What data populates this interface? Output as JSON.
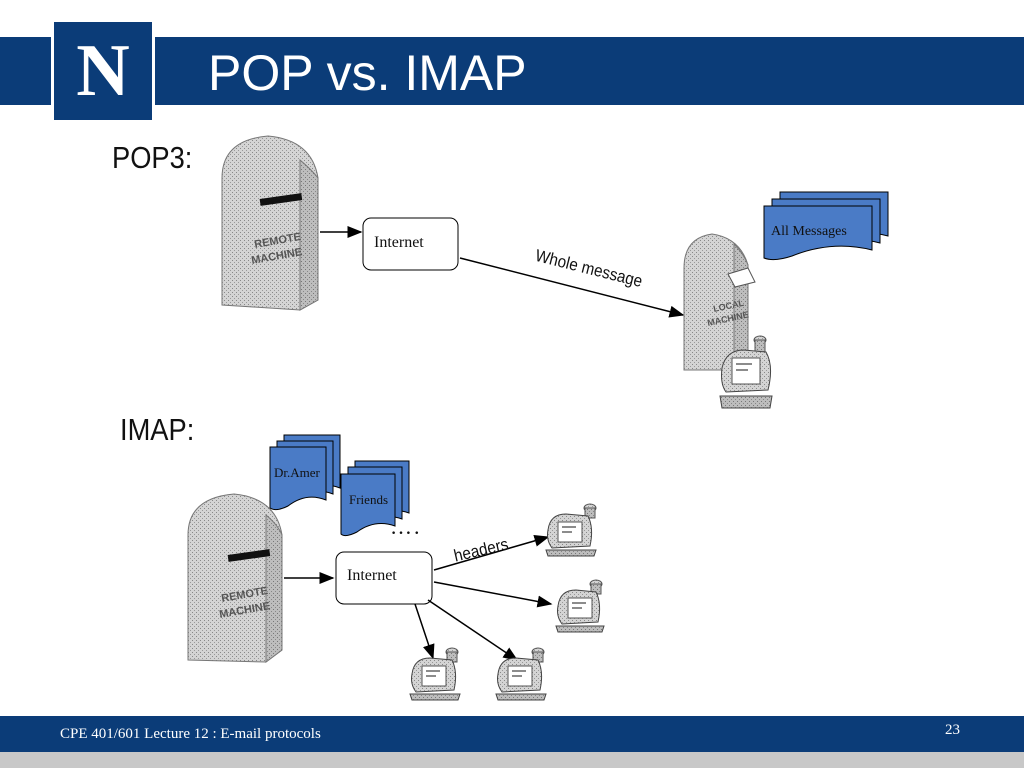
{
  "slide": {
    "title": "POP vs. IMAP",
    "logo_letter": "N",
    "footer": "CPE 401/601 Lecture 12 : E-mail protocols",
    "page_number": "23"
  },
  "pop3": {
    "label": "POP3:",
    "remote_mailbox_text": "REMOTE MACHINE",
    "internet_label": "Internet",
    "arrow_label": "Whole message",
    "local_mailbox_text": "LOCAL MACHINE",
    "messages_label": "All Messages"
  },
  "imap": {
    "label": "IMAP:",
    "folders": [
      "Dr.Amer",
      "Friends"
    ],
    "ellipsis": "….",
    "remote_mailbox_text": "REMOTE MACHINE",
    "internet_label": "Internet",
    "arrow_label": "headers"
  },
  "colors": {
    "brand_navy": "#0b3c78",
    "folder_blue": "#4a7bc6"
  }
}
